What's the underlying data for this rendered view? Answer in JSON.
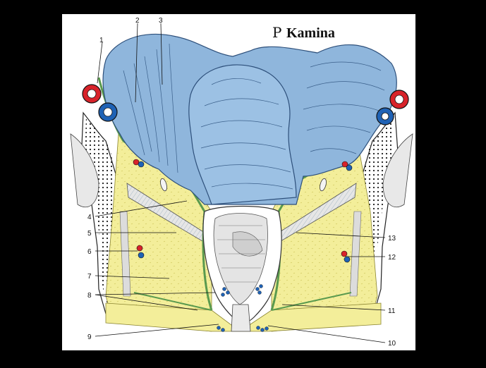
{
  "title": {
    "prefix": "P",
    "name": "Kamina"
  },
  "labels": {
    "l1": "1",
    "l2": "2",
    "l3": "3",
    "l4": "4",
    "l5": "5",
    "l6": "6",
    "l7": "7",
    "l8": "8",
    "l9": "9",
    "l10": "10",
    "l11": "11",
    "l12": "12",
    "l13": "13"
  },
  "colors": {
    "background": "#000000",
    "panel": "#ffffff",
    "colon": "#8fb6dc",
    "fat": "#f3ee9a",
    "muscle": "#5a9a4e",
    "artery": "#d8232a",
    "vein": "#1f62b5",
    "bone": "#1a1a1a"
  }
}
